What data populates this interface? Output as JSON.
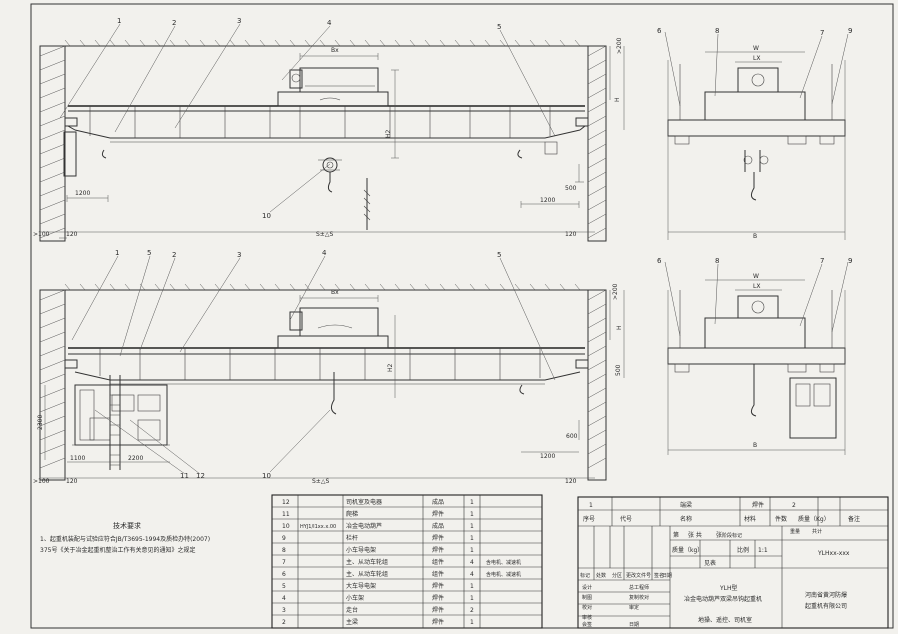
{
  "top_elevation": {
    "callouts": [
      "1",
      "2",
      "3",
      "4",
      "5",
      "10"
    ],
    "dims": {
      "bx": "Bx",
      "h2": "H2",
      "h": "H",
      "d200": ">200",
      "d1200_left": "1200",
      "d1200_right": "1200",
      "d500": "500",
      "d100": ">100",
      "d120_left": "120",
      "d120_right": "120",
      "span": "S±△S"
    }
  },
  "bottom_elevation": {
    "callouts": [
      "1",
      "5",
      "2",
      "3",
      "4",
      "5",
      "10",
      "11",
      "12"
    ],
    "dims": {
      "bx": "Bx",
      "h2": "H2",
      "h": "H",
      "d200": ">200",
      "d500": "500",
      "d600": "600",
      "d2300": "2300",
      "d1100": "1100",
      "d2200": "2200",
      "d1200": "1200",
      "d100": ">100",
      "d120_left": "120",
      "d120_right": "120",
      "span": "S±△S"
    }
  },
  "side_top": {
    "callouts": [
      "6",
      "8",
      "7",
      "9"
    ],
    "dims": {
      "w": "W",
      "lx": "LX",
      "b": "B"
    }
  },
  "side_bottom": {
    "callouts": [
      "6",
      "8",
      "7",
      "9"
    ],
    "dims": {
      "w": "W",
      "lx": "LX",
      "b": "B"
    }
  },
  "tech": {
    "title": "技术要求",
    "line1": "1、起重机装配与试验应符合JB/T3695-1994及质检办特(2007)",
    "line2": "375号《关于冶金起重机整治工作有关意见的通知》之规定"
  },
  "parts": [
    {
      "no": "12",
      "code": "",
      "name": "司机室及电器",
      "material": "成品",
      "qty": "1",
      "note": ""
    },
    {
      "no": "11",
      "code": "",
      "name": "爬梯",
      "material": "焊件",
      "qty": "1",
      "note": ""
    },
    {
      "no": "10",
      "code": "HYJ1/I1xx.x.00",
      "name": "冶金电动葫芦",
      "material": "成品",
      "qty": "1",
      "note": ""
    },
    {
      "no": "9",
      "code": "",
      "name": "栏杆",
      "material": "焊件",
      "qty": "1",
      "note": ""
    },
    {
      "no": "8",
      "code": "",
      "name": "小车导电架",
      "material": "焊件",
      "qty": "1",
      "note": ""
    },
    {
      "no": "7",
      "code": "",
      "name": "主、从动车轮组",
      "material": "组件",
      "qty": "4",
      "note": "含电机、减速机"
    },
    {
      "no": "6",
      "code": "",
      "name": "主、从动车轮组",
      "material": "组件",
      "qty": "4",
      "note": "含电机、减速机"
    },
    {
      "no": "5",
      "code": "",
      "name": "大车导电架",
      "material": "焊件",
      "qty": "1",
      "note": ""
    },
    {
      "no": "4",
      "code": "",
      "name": "小车架",
      "material": "焊件",
      "qty": "1",
      "note": ""
    },
    {
      "no": "3",
      "code": "",
      "name": "走台",
      "material": "焊件",
      "qty": "2",
      "note": ""
    },
    {
      "no": "2",
      "code": "",
      "name": "主梁",
      "material": "焊件",
      "qty": "1",
      "note": ""
    }
  ],
  "bom_row1": {
    "no": "1",
    "name": "端梁",
    "material": "焊件",
    "qty": "2"
  },
  "bom_header": {
    "no": "序号",
    "code": "代号",
    "name": "名称",
    "material": "材料",
    "qty": "件数",
    "mass": "质量（Kg）",
    "remark": "备注"
  },
  "title_block": {
    "sheet_label": "第",
    "sheet_of": "张 共",
    "sheet_unit": "张",
    "sheet_small": "阶段标记",
    "weight": "重量",
    "total": "共计",
    "mass": "质量（kg）",
    "scale": "比例",
    "scale_val": "1:1",
    "drawing_no": "YLHxx-xxx",
    "rev_cols": [
      "标记",
      "处数",
      "分区",
      "更改文件号",
      "签名",
      "日期"
    ],
    "roles": [
      "设计",
      "制图",
      "校对",
      "审核",
      "会签",
      "日期"
    ],
    "roles_right": [
      "总工程师",
      "复制校对",
      "审定",
      "",
      "日期"
    ],
    "see_table": "见表",
    "title1": "YLH型",
    "title2": "冶金电动葫芦双梁吊钩起重机",
    "title3": "地操、遥控、司机室",
    "company1": "河南省黄河防爆",
    "company2": "起重机有限公司"
  }
}
